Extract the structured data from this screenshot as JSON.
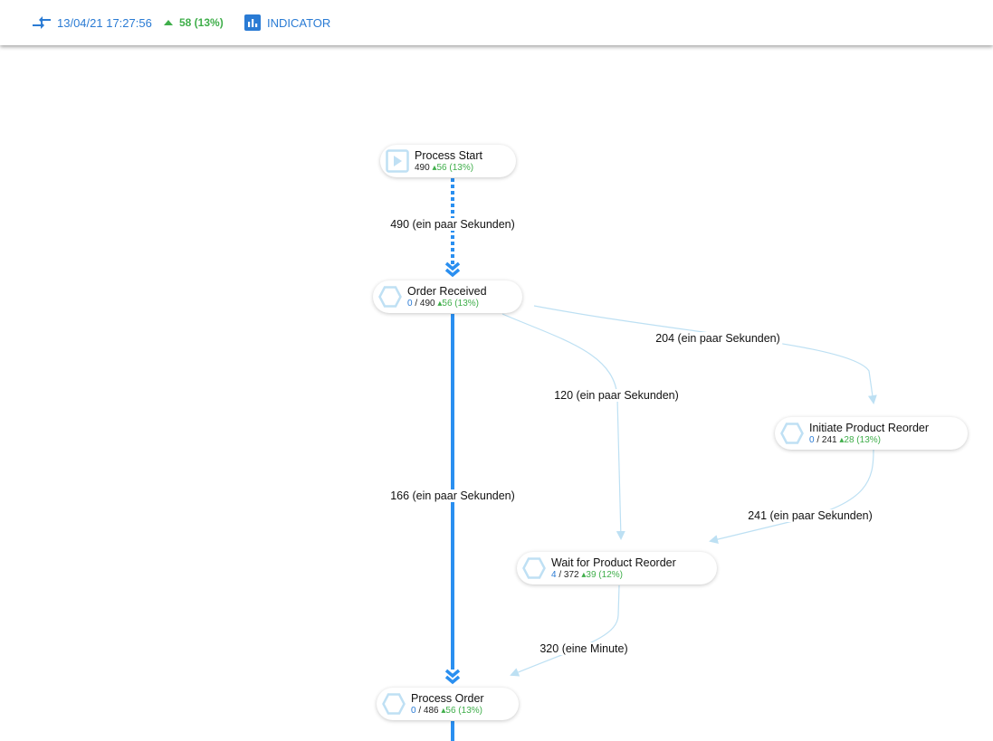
{
  "topbar": {
    "timestamp": "13/04/21 17:27:56",
    "delta": "58 (13%)",
    "indicator_label": "INDICATOR",
    "colors": {
      "accent": "#2a7bd4",
      "positive": "#3fae4a"
    }
  },
  "nodes": {
    "process_start": {
      "title": "Process Start",
      "total": "490",
      "delta": "56 (13%)"
    },
    "order_received": {
      "title": "Order Received",
      "current": "0",
      "total": "490",
      "delta": "56 (13%)"
    },
    "initiate_reorder": {
      "title": "Initiate Product Reorder",
      "current": "0",
      "total": "241",
      "delta": "28 (13%)"
    },
    "wait_reorder": {
      "title": "Wait for Product Reorder",
      "current": "4",
      "total": "372",
      "delta": "39 (12%)"
    },
    "process_order": {
      "title": "Process Order",
      "current": "0",
      "total": "486",
      "delta": "56 (13%)"
    }
  },
  "edges": {
    "start_to_received": "490 (ein paar Sekunden)",
    "received_to_initiate": "204 (ein paar Sekunden)",
    "received_to_wait": "120 (ein paar Sekunden)",
    "received_to_process": "166 (ein paar Sekunden)",
    "initiate_to_wait": "241 (ein paar Sekunden)",
    "wait_to_process": "320 (eine Minute)"
  }
}
